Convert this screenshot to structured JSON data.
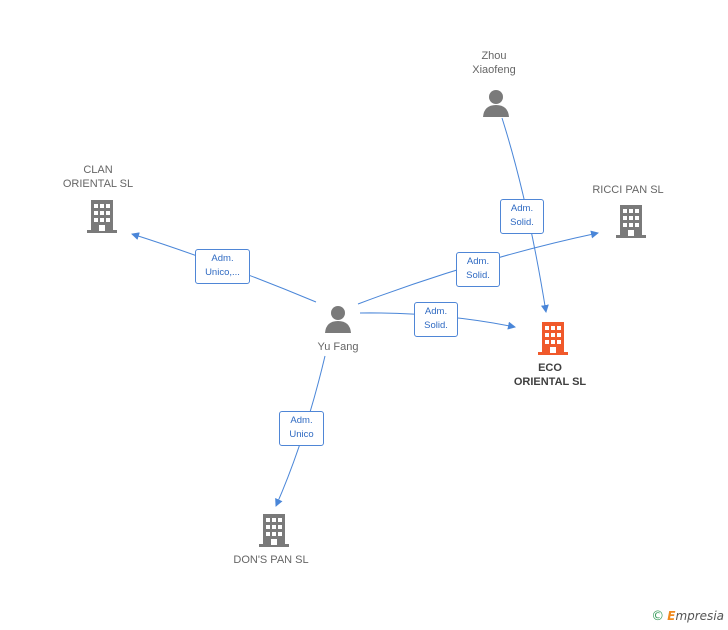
{
  "nodes": {
    "zhou": {
      "line1": "Zhou",
      "line2": "Xiaofeng"
    },
    "clan": {
      "line1": "CLAN",
      "line2": "ORIENTAL SL"
    },
    "ricci": {
      "line1": "RICCI PAN SL"
    },
    "yufang": {
      "line1": "Yu Fang"
    },
    "eco": {
      "line1": "ECO",
      "line2": "ORIENTAL SL"
    },
    "dons": {
      "line1": "DON'S PAN SL"
    }
  },
  "edges": {
    "zhou_eco": {
      "line1": "Adm.",
      "line2": "Solid."
    },
    "yu_clan": {
      "line1": "Adm.",
      "line2": "Unico,..."
    },
    "yu_ricci": {
      "line1": "Adm.",
      "line2": "Solid."
    },
    "yu_eco": {
      "line1": "Adm.",
      "line2": "Solid."
    },
    "yu_dons": {
      "line1": "Adm.",
      "line2": "Unico"
    }
  },
  "colors": {
    "edge": "#4a86d8",
    "person_icon": "#7a7a7a",
    "company_icon": "#7a7a7a",
    "focus_company_icon": "#f0592b"
  },
  "footer": {
    "copyright": "©",
    "brand_first": "E",
    "brand_rest": "mpresia"
  }
}
